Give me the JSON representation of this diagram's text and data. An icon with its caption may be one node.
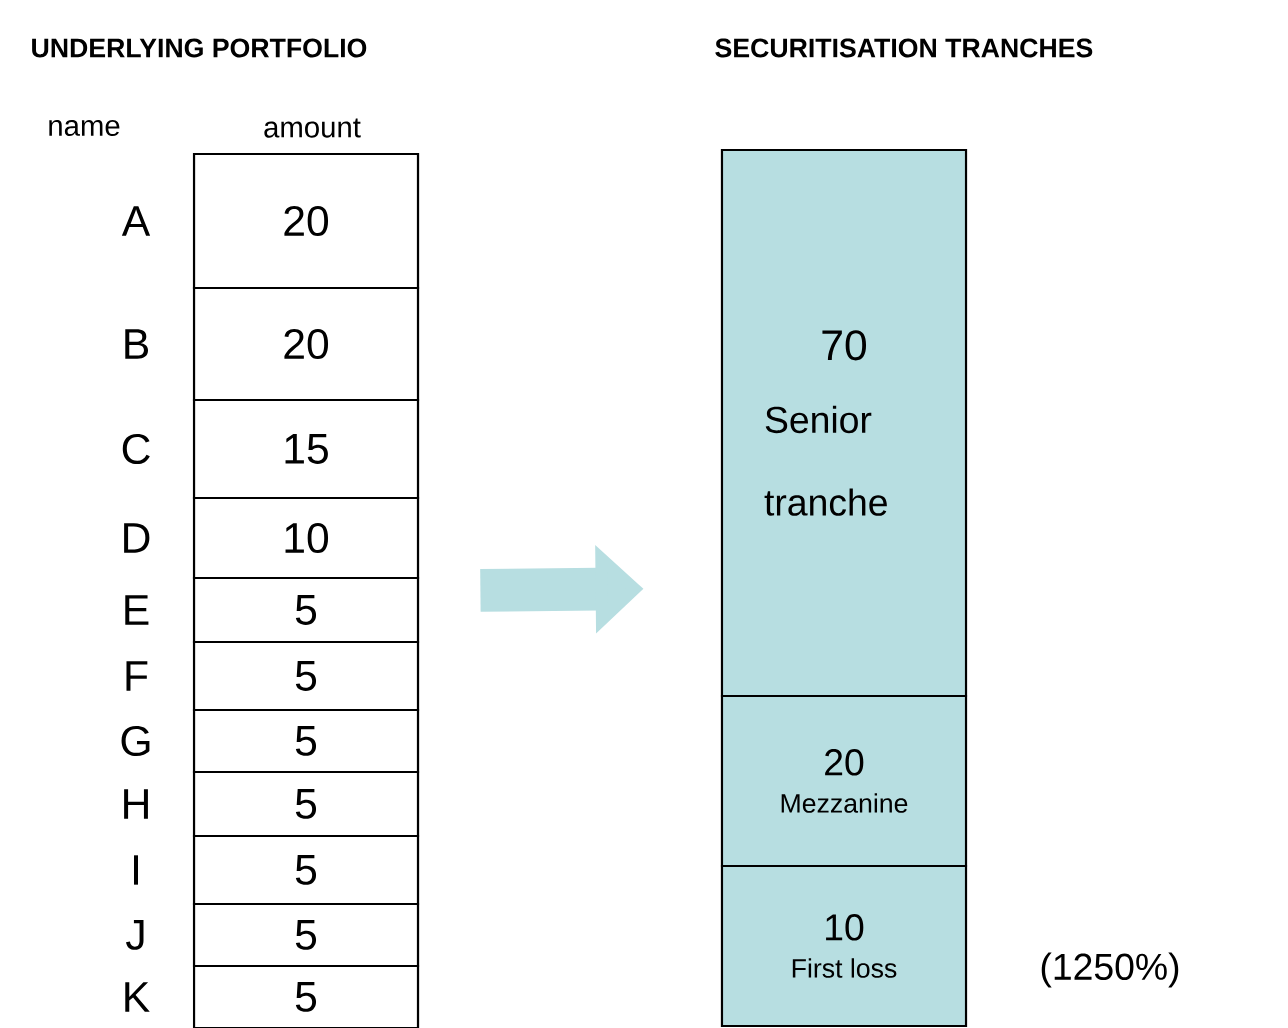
{
  "diagram": {
    "nodes": [
      {
        "text": [],
        "shape": "box"
      },
      {
        "text": [
          "20"
        ],
        "beside": [
          "A"
        ],
        "in": 0
      },
      {
        "text": [
          "20"
        ],
        "beside": [
          "B"
        ],
        "in": 0
      },
      {
        "text": [
          "15"
        ],
        "beside": [
          "C"
        ],
        "in": 0
      },
      {
        "text": [
          "10"
        ],
        "beside": [
          "D"
        ],
        "in": 0
      },
      {
        "text": [
          "5"
        ],
        "beside": [
          "E"
        ],
        "in": 0
      },
      {
        "text": [
          "5"
        ],
        "beside": [
          "F"
        ],
        "in": 0
      },
      {
        "text": [
          "5"
        ],
        "beside": [
          "G"
        ],
        "in": 0
      },
      {
        "text": [
          "5"
        ],
        "beside": [
          "H"
        ],
        "in": 0
      },
      {
        "text": [
          "5"
        ],
        "beside": [
          "I"
        ],
        "in": 0
      },
      {
        "text": [
          "5"
        ],
        "beside": [
          "J"
        ],
        "in": 0
      },
      {
        "text": [
          "5"
        ],
        "beside": [
          "K"
        ],
        "in": 0
      },
      {
        "text": [],
        "shape": "box"
      },
      {
        "text": [
          "70",
          "Senior tranche"
        ],
        "in": 12
      },
      {
        "text": [
          "20",
          "Mezzanine"
        ],
        "in": 12
      },
      {
        "text": [
          "10",
          "First loss"
        ],
        "beside": [
          "(1250%)"
        ],
        "in": 12
      }
    ],
    "edges": [
      {
        "from": 0,
        "to": 12,
        "arrow": "to"
      }
    ],
    "labels": [
      "UNDERLYING PORTFOLIO",
      "SECURITISATION TRANCHES",
      "name",
      "amount"
    ]
  }
}
